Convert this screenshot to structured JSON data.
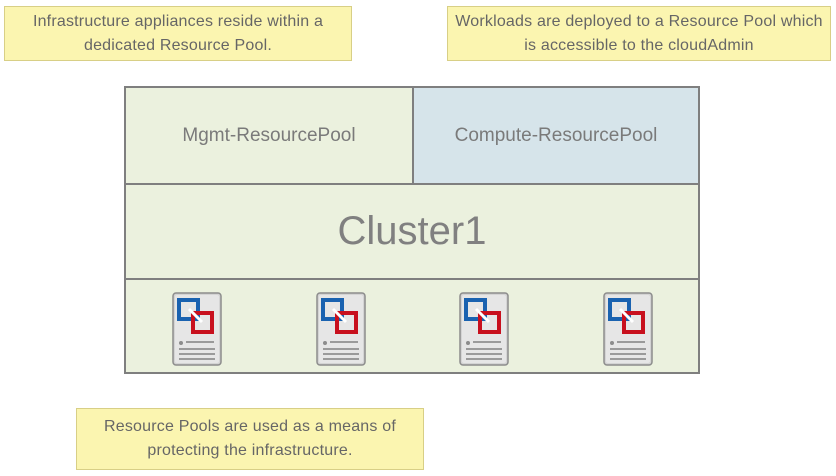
{
  "notes": {
    "top_left": "Infrastructure appliances reside within a dedicated Resource Pool.",
    "top_right": "Workloads are deployed to a Resource Pool which is accessible to the cloudAdmin",
    "bottom": "Resource Pools are used as a means of protecting the infrastructure."
  },
  "cluster": {
    "name": "Cluster1",
    "pools": [
      "Mgmt-ResourcePool",
      "Compute-ResourcePool"
    ],
    "hosts": [
      "host-server-icon",
      "host-server-icon",
      "host-server-icon",
      "host-server-icon"
    ]
  },
  "colors": {
    "note_fill": "#fbf5b0",
    "cluster_fill": "#ebf1de",
    "compute_pool_fill": "#d6e4ea",
    "border": "#7f7f7f",
    "icon_blue": "#1a62b0",
    "icon_red": "#c8101e"
  }
}
